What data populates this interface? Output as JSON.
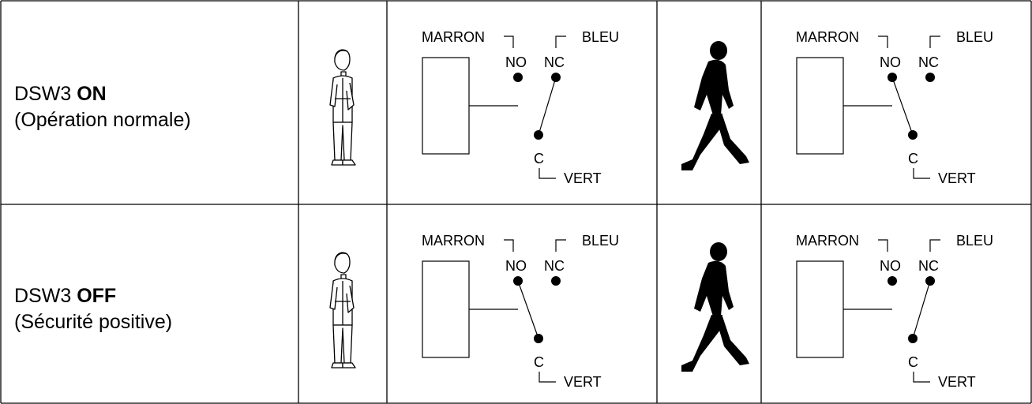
{
  "rows": [
    {
      "label_prefix": "DSW3 ",
      "label_bold": "ON",
      "label_sub": "(Opération normale)",
      "diagram_idle": {
        "state": "NC"
      },
      "diagram_walk": {
        "state": "NO"
      }
    },
    {
      "label_prefix": "DSW3 ",
      "label_bold": "OFF",
      "label_sub": "(Sécurité positive)",
      "diagram_idle": {
        "state": "NO"
      },
      "diagram_walk": {
        "state": "NC"
      }
    }
  ],
  "terminals": {
    "marron": "MARRON",
    "bleu": "BLEU",
    "no": "NO",
    "nc": "NC",
    "c": "C",
    "vert": "VERT"
  },
  "icons": {
    "idle": "standing-person-icon",
    "walk": "walking-person-silhouette-icon"
  }
}
